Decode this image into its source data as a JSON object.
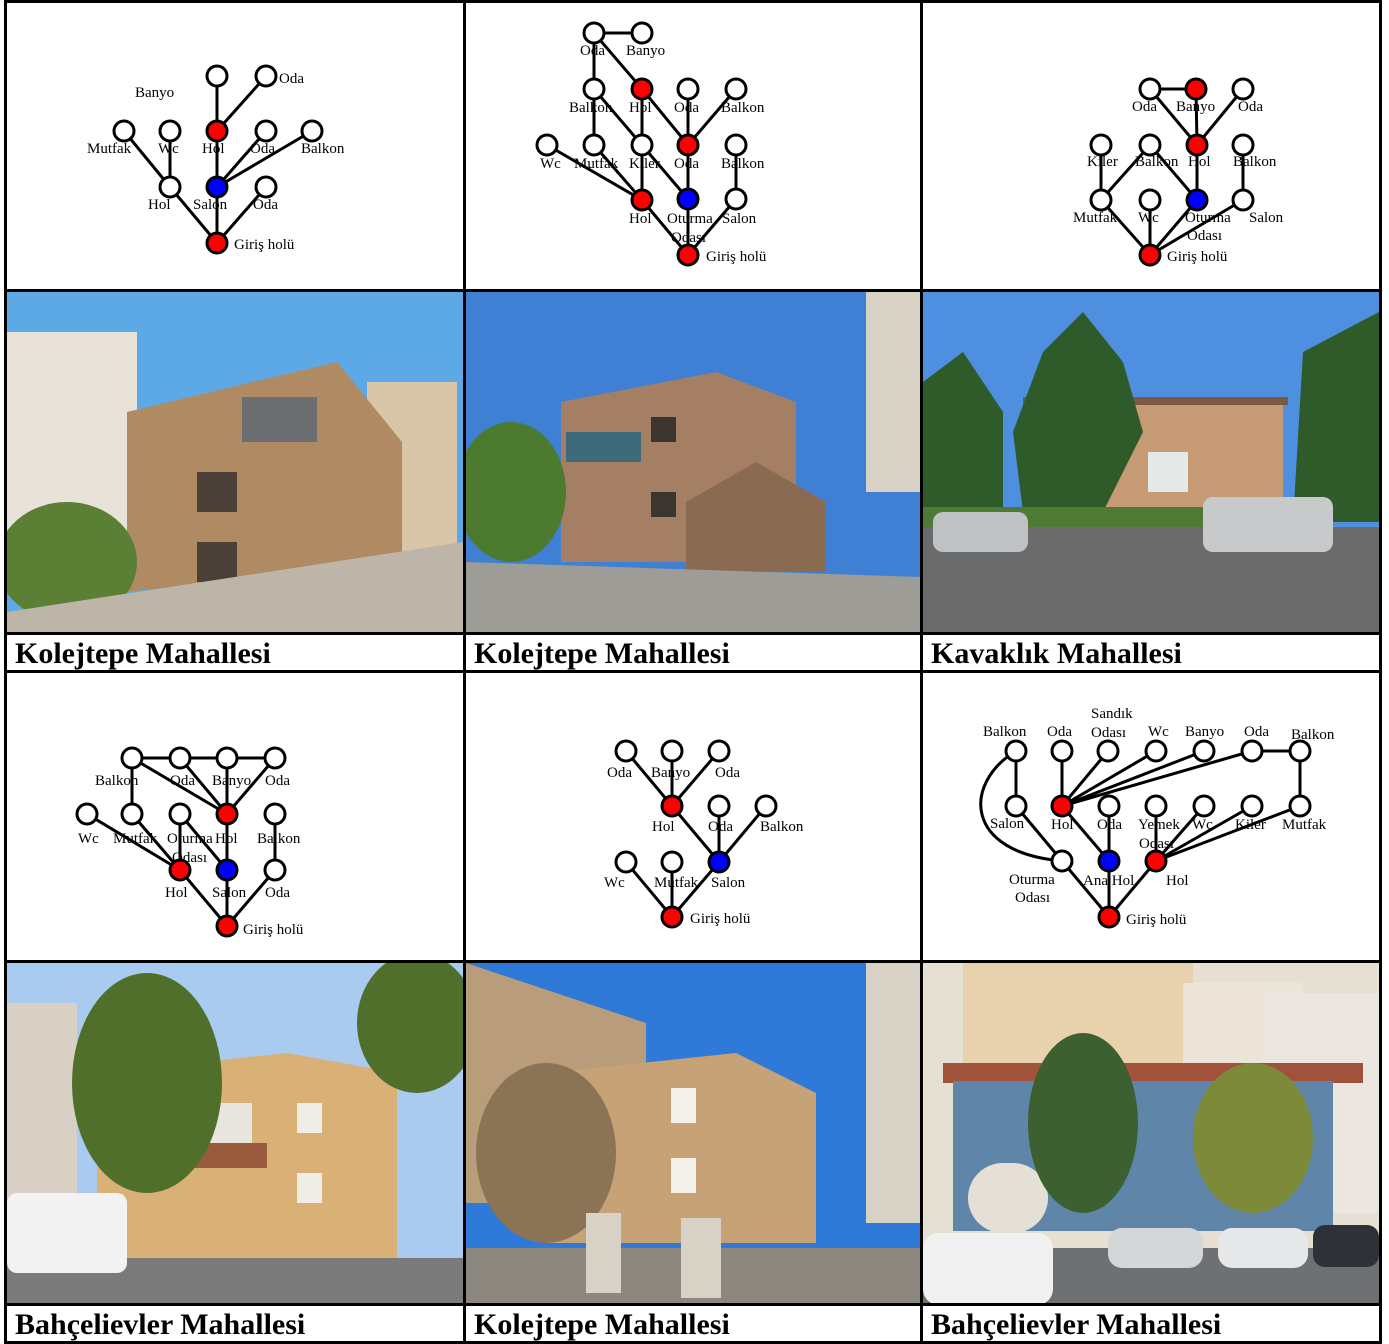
{
  "cells": [
    {
      "caption": "Kolejtepe Mahallesi",
      "diagram": {
        "labels": [
          "Oda",
          "Banyo",
          "Mutfak",
          "Wc",
          "Hol",
          "Oda",
          "Balkon",
          "Hol",
          "Salon",
          "Oda",
          "Giriş holü"
        ]
      },
      "photo": {
        "sky": "#5da9e6",
        "wall": "#b08a62",
        "ground": "#bdb6a8",
        "tree": "#5b7f34"
      }
    },
    {
      "caption": "Kolejtepe Mahallesi",
      "diagram": {
        "labels": [
          "Oda",
          "Banyo",
          "Balkon",
          "Hol",
          "Oda",
          "Balkon",
          "Wc",
          "Mutfak",
          "Kiler",
          "Oda",
          "Balkon",
          "Hol",
          "Oturma",
          "Odası",
          "Salon",
          "Giriş holü"
        ]
      },
      "photo": {
        "sky": "#3f7fd4",
        "wall": "#a57f63",
        "ground": "#9e9c96",
        "tree": "#4c7a2e"
      }
    },
    {
      "caption": "Kavaklık Mahallesi",
      "diagram": {
        "labels": [
          "Oda",
          "Banyo",
          "Oda",
          "Kiler",
          "Balkon",
          "Hol",
          "Balkon",
          "Mutfak",
          "Wc",
          "Oturma",
          "Odası",
          "Salon",
          "Giriş holü"
        ]
      },
      "photo": {
        "sky": "#4f8fe0",
        "wall": "#c69a74",
        "ground": "#6b6b6b",
        "tree": "#2f5a2a"
      }
    },
    {
      "caption": "Bahçelievler Mahallesi",
      "diagram": {
        "labels": [
          "Balkon",
          "Oda",
          "Banyo",
          "Oda",
          "Wc",
          "Mutfak",
          "Oturma",
          "Odası",
          "Hol",
          "Balkon",
          "Hol",
          "Salon",
          "Oda",
          "Giriş holü"
        ]
      },
      "photo": {
        "sky": "#a9cbef",
        "wall": "#d9b076",
        "ground": "#7a7a7a",
        "tree": "#4f6f2a"
      }
    },
    {
      "caption": "Kolejtepe Mahallesi",
      "diagram": {
        "labels": [
          "Oda",
          "Banyo",
          "Oda",
          "Hol",
          "Oda",
          "Balkon",
          "Wc",
          "Mutfak",
          "Salon",
          "Giriş holü"
        ]
      },
      "photo": {
        "sky": "#2f7ad9",
        "wall": "#c7a276",
        "ground": "#8c8880",
        "tree": "#5c7a34"
      }
    },
    {
      "caption": "Bahçelievler Mahallesi",
      "diagram": {
        "labels": [
          "Balkon",
          "Oda",
          "Sandık",
          "Odası",
          "Wc",
          "Banyo",
          "Oda",
          "Balkon",
          "Salon",
          "Hol",
          "Oda",
          "Yemek",
          "Odası",
          "Wc",
          "Kiler",
          "Mutfak",
          "Oturma",
          "Odası",
          "Ana Hol",
          "Hol",
          "Giriş holü"
        ]
      },
      "photo": {
        "sky": "#e6e0d4",
        "wall": "#d8c2a0",
        "ground": "#6f7072",
        "tree": "#3c6030"
      }
    }
  ]
}
